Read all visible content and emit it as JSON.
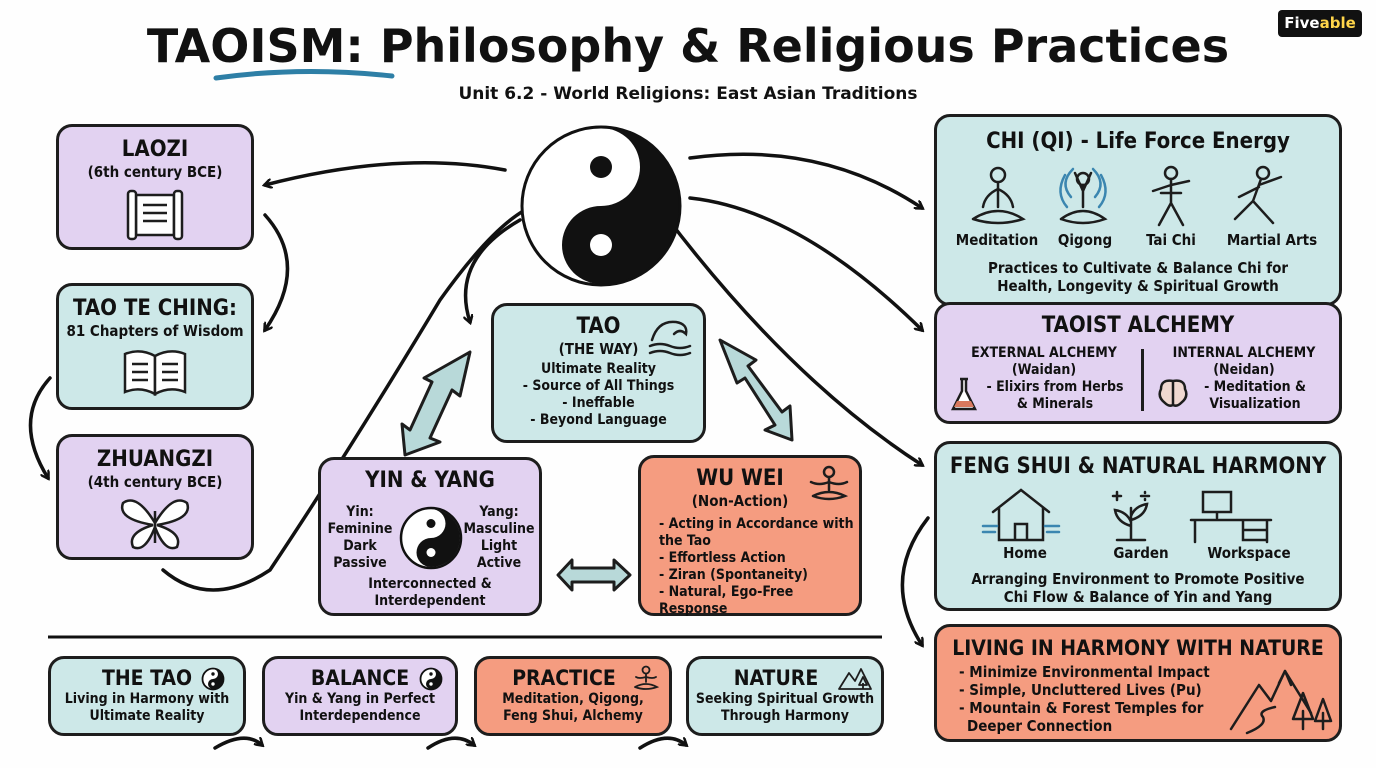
{
  "header": {
    "title_main": "TAOISM",
    "title_rest": ": Philosophy & Religious Practices",
    "subtitle": "Unit 6.2 - World Religions: East Asian Traditions",
    "brand_a": "Five",
    "brand_b": "able"
  },
  "laozi": {
    "title": "LAOZI",
    "sub": "(6th century BCE)"
  },
  "tao_te_ching": {
    "title": "TAO TE CHING:",
    "sub": "81 Chapters of Wisdom"
  },
  "zhuangzi": {
    "title": "ZHUANGZI",
    "sub": "(4th century BCE)"
  },
  "tao": {
    "title": "TAO",
    "sub": "(THE WAY)",
    "lines": [
      "Ultimate Reality",
      "- Source of All Things",
      "- Ineffable",
      "- Beyond Language"
    ]
  },
  "yin_yang": {
    "title": "YIN & YANG",
    "yin_head": "Yin:",
    "yin": [
      "Feminine",
      "Dark",
      "Passive"
    ],
    "yang_head": "Yang:",
    "yang": [
      "Masculine",
      "Light",
      "Active"
    ],
    "footer": [
      "Interconnected &",
      "Interdependent"
    ]
  },
  "wu_wei": {
    "title": "WU WEI",
    "sub": "(Non-Action)",
    "lines": [
      "- Acting in Accordance with",
      "the Tao",
      "- Effortless Action",
      "- Ziran (Spontaneity)",
      "- Natural, Ego-Free Response"
    ]
  },
  "chi": {
    "title": "CHI (QI) - Life Force Energy",
    "items": [
      "Meditation",
      "Qigong",
      "Tai Chi",
      "Martial Arts"
    ],
    "desc": [
      "Practices to Cultivate & Balance Chi for",
      "Health, Longevity & Spiritual Growth"
    ]
  },
  "alchemy": {
    "title": "TAOIST ALCHEMY",
    "ext": {
      "head": "EXTERNAL ALCHEMY",
      "sub": "(Waidan)",
      "lines": [
        "- Elixirs from Herbs",
        "& Minerals"
      ]
    },
    "int": {
      "head": "INTERNAL ALCHEMY",
      "sub": "(Neidan)",
      "lines": [
        "- Meditation &",
        "Visualization"
      ]
    }
  },
  "feng_shui": {
    "title": "FENG SHUI & NATURAL HARMONY",
    "items": [
      "Home",
      "Garden",
      "Workspace"
    ],
    "desc": [
      "Arranging Environment to Promote Positive",
      "Chi Flow & Balance of Yin and Yang"
    ]
  },
  "living": {
    "title": "LIVING IN HARMONY WITH NATURE",
    "lines": [
      "- Minimize Environmental Impact",
      "- Simple, Uncluttered Lives (Pu)",
      "- Mountain & Forest Temples for",
      "Deeper Connection"
    ]
  },
  "bottom": [
    {
      "title": "THE TAO",
      "lines": [
        "Living in Harmony with",
        "Ultimate Reality"
      ]
    },
    {
      "title": "BALANCE",
      "lines": [
        "Yin & Yang in Perfect",
        "Interdependence"
      ]
    },
    {
      "title": "PRACTICE",
      "lines": [
        "Meditation, Qigong,",
        "Feng Shui, Alchemy"
      ]
    },
    {
      "title": "NATURE",
      "lines": [
        "Seeking Spiritual Growth",
        "Through Harmony"
      ]
    }
  ],
  "colors": {
    "purple": "#e2d2f1",
    "teal": "#cde8e8",
    "coral": "#f59c80",
    "underline": "#2e7fa6"
  }
}
